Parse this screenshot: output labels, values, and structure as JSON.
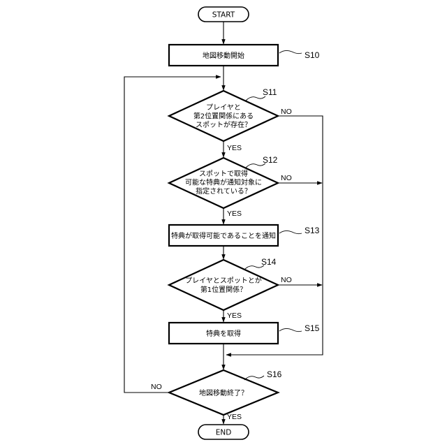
{
  "flowchart": {
    "start": "START",
    "end": "END",
    "s10": {
      "step": "S10",
      "text": "地図移動開始"
    },
    "s11": {
      "step": "S11",
      "line1": "プレイヤと",
      "line2": "第2位置関係にある",
      "line3": "スポットが存在？",
      "no": "NO",
      "yes": "YES"
    },
    "s12": {
      "step": "S12",
      "line1": "スポットで取得",
      "line2": "可能な特典が通知対象に",
      "line3": "指定されている？",
      "no": "NO",
      "yes": "YES"
    },
    "s13": {
      "step": "S13",
      "text": "特典が取得可能であることを通知"
    },
    "s14": {
      "step": "S14",
      "line1": "プレイヤとスポットとが",
      "line2": "第1位置関係？",
      "no": "NO",
      "yes": "YES"
    },
    "s15": {
      "step": "S15",
      "text": "特典を取得"
    },
    "s16": {
      "step": "S16",
      "line1": "地図移動終了？",
      "no": "NO",
      "yes": "YES"
    }
  }
}
